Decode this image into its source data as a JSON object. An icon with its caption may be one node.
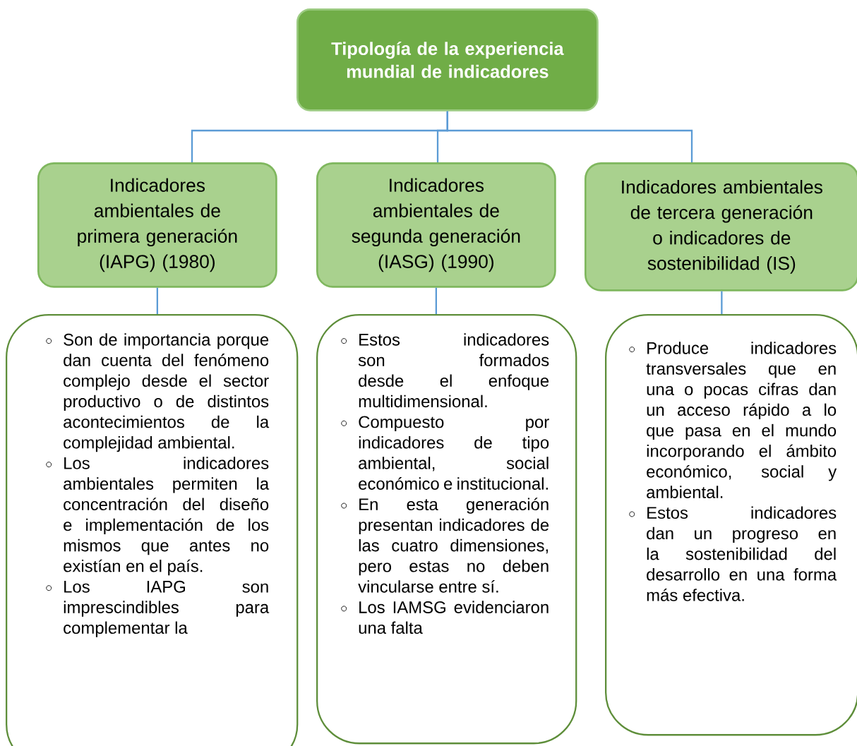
{
  "diagram": {
    "nodes": [
      {
        "text": [
          "Tipología de la experiencia mundial de indicadores"
        ]
      },
      {
        "text": [
          "Indicadores ambientales de primera generación (IAPG) (1980)"
        ]
      },
      {
        "text": [
          "Indicadores ambientales de segunda generación (IASG) (1990)"
        ]
      },
      {
        "text": [
          "Indicadores ambientales de tercera generación o indicadores de sostenibilidad (IS)"
        ]
      },
      {
        "text": [
          "Son de importancia porque dan cuenta del fenómeno complejo desde el sector productivo o de distintos acontecimientos de la complejidad ambiental.",
          "Los indicadores ambientales permiten la concentración del diseño e implementación de los mismos que antes no existían en el país.",
          "Los IAPG son imprescindibles para complementar la"
        ]
      },
      {
        "text": [
          "Estos indicadores son formados desde el enfoque multidimensional.",
          "Compuesto por indicadores de tipo ambiental, social económico e institucional.",
          "En esta generación presentan indicadores de las cuatro dimensiones, pero estas no deben vincularse entre sí.",
          "Los IAMSG evidenciaron una falta"
        ]
      },
      {
        "text": [
          "Produce indicadores transversales que en una o pocas cifras dan un acceso rápido a lo que pasa en el mundo incorporando el ámbito económico, social y ambiental.",
          "Estos indicadores dan un progreso en la sostenibilidad del desarrollo en una forma más efectiva."
        ]
      }
    ],
    "edges": [
      {
        "from": 0,
        "to": 1,
        "arrow": "none"
      },
      {
        "from": 0,
        "to": 2,
        "arrow": "none"
      },
      {
        "from": 0,
        "to": 3,
        "arrow": "none"
      },
      {
        "from": 1,
        "to": 4,
        "arrow": "none"
      },
      {
        "from": 2,
        "to": 5,
        "arrow": "none"
      },
      {
        "from": 3,
        "to": 6,
        "arrow": "none"
      }
    ]
  }
}
